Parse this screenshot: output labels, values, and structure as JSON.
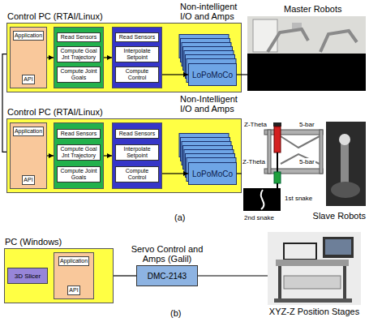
{
  "diagram": {
    "nodes": [
      {
        "text": [
          "Control PC (RTAI/Linux)"
        ]
      },
      {
        "text": [
          "Application",
          "API"
        ],
        "in": 0
      },
      {
        "text": [
          "Read Sensors",
          "Compute Goal Jnt Trajectory",
          "Compute Joint Goals"
        ],
        "in": 0
      },
      {
        "text": [
          "Read Sensors",
          "Interpolate Setpoint",
          "Compute Control"
        ],
        "in": 0
      },
      {
        "text": [
          "LoPoMoCo"
        ],
        "in": 0
      },
      {
        "text": [
          "Master Robots"
        ]
      },
      {
        "text": [
          "Control PC (RTAI/Linux)"
        ]
      },
      {
        "text": [
          "Application",
          "API"
        ],
        "in": 6
      },
      {
        "text": [
          "Read Sensors",
          "Compute Goal Jnt Trajectory",
          "Compute Joint Goals"
        ],
        "in": 6
      },
      {
        "text": [
          "Read Sensors",
          "Interpolate Setpoint",
          "Compute Control"
        ],
        "in": 6
      },
      {
        "text": [
          "LoPoMoCo"
        ],
        "in": 6
      },
      {
        "text": [
          "Slave Robots"
        ]
      },
      {
        "text": [
          "PC (Windows)"
        ]
      },
      {
        "text": [
          "3D Slicer"
        ],
        "in": 12
      },
      {
        "text": [
          "Application",
          "API"
        ],
        "in": 12
      },
      {
        "text": [
          "Servo Control and Amps (Galil)",
          "DMC-2143"
        ]
      },
      {
        "text": [
          "XYZ-Z Position Stages"
        ]
      }
    ],
    "edges": [
      {
        "from": 0,
        "to": 6,
        "arrow": "none"
      },
      {
        "from": 1,
        "to": 2,
        "arrow": "to"
      },
      {
        "from": 2,
        "to": 3,
        "arrow": "to"
      },
      {
        "from": 3,
        "to": 4,
        "arrow": "to"
      },
      {
        "from": 4,
        "to": 5,
        "arrow": "none"
      },
      {
        "from": 7,
        "to": 8,
        "arrow": "to"
      },
      {
        "from": 8,
        "to": 9,
        "arrow": "to"
      },
      {
        "from": 9,
        "to": 10,
        "arrow": "to"
      },
      {
        "from": 10,
        "to": 11,
        "arrow": "none"
      },
      {
        "from": 12,
        "to": 15,
        "arrow": "none"
      },
      {
        "from": 15,
        "to": 16,
        "arrow": "none"
      }
    ],
    "labels": [
      "Non-intelligent I/O and Amps",
      "Non-Intelligent I/O and Amps",
      "Z-Theta",
      "5-bar",
      "Z-Theta",
      "5-bar",
      "2nd snake",
      "1st snake",
      "(a)",
      "(b)"
    ]
  }
}
